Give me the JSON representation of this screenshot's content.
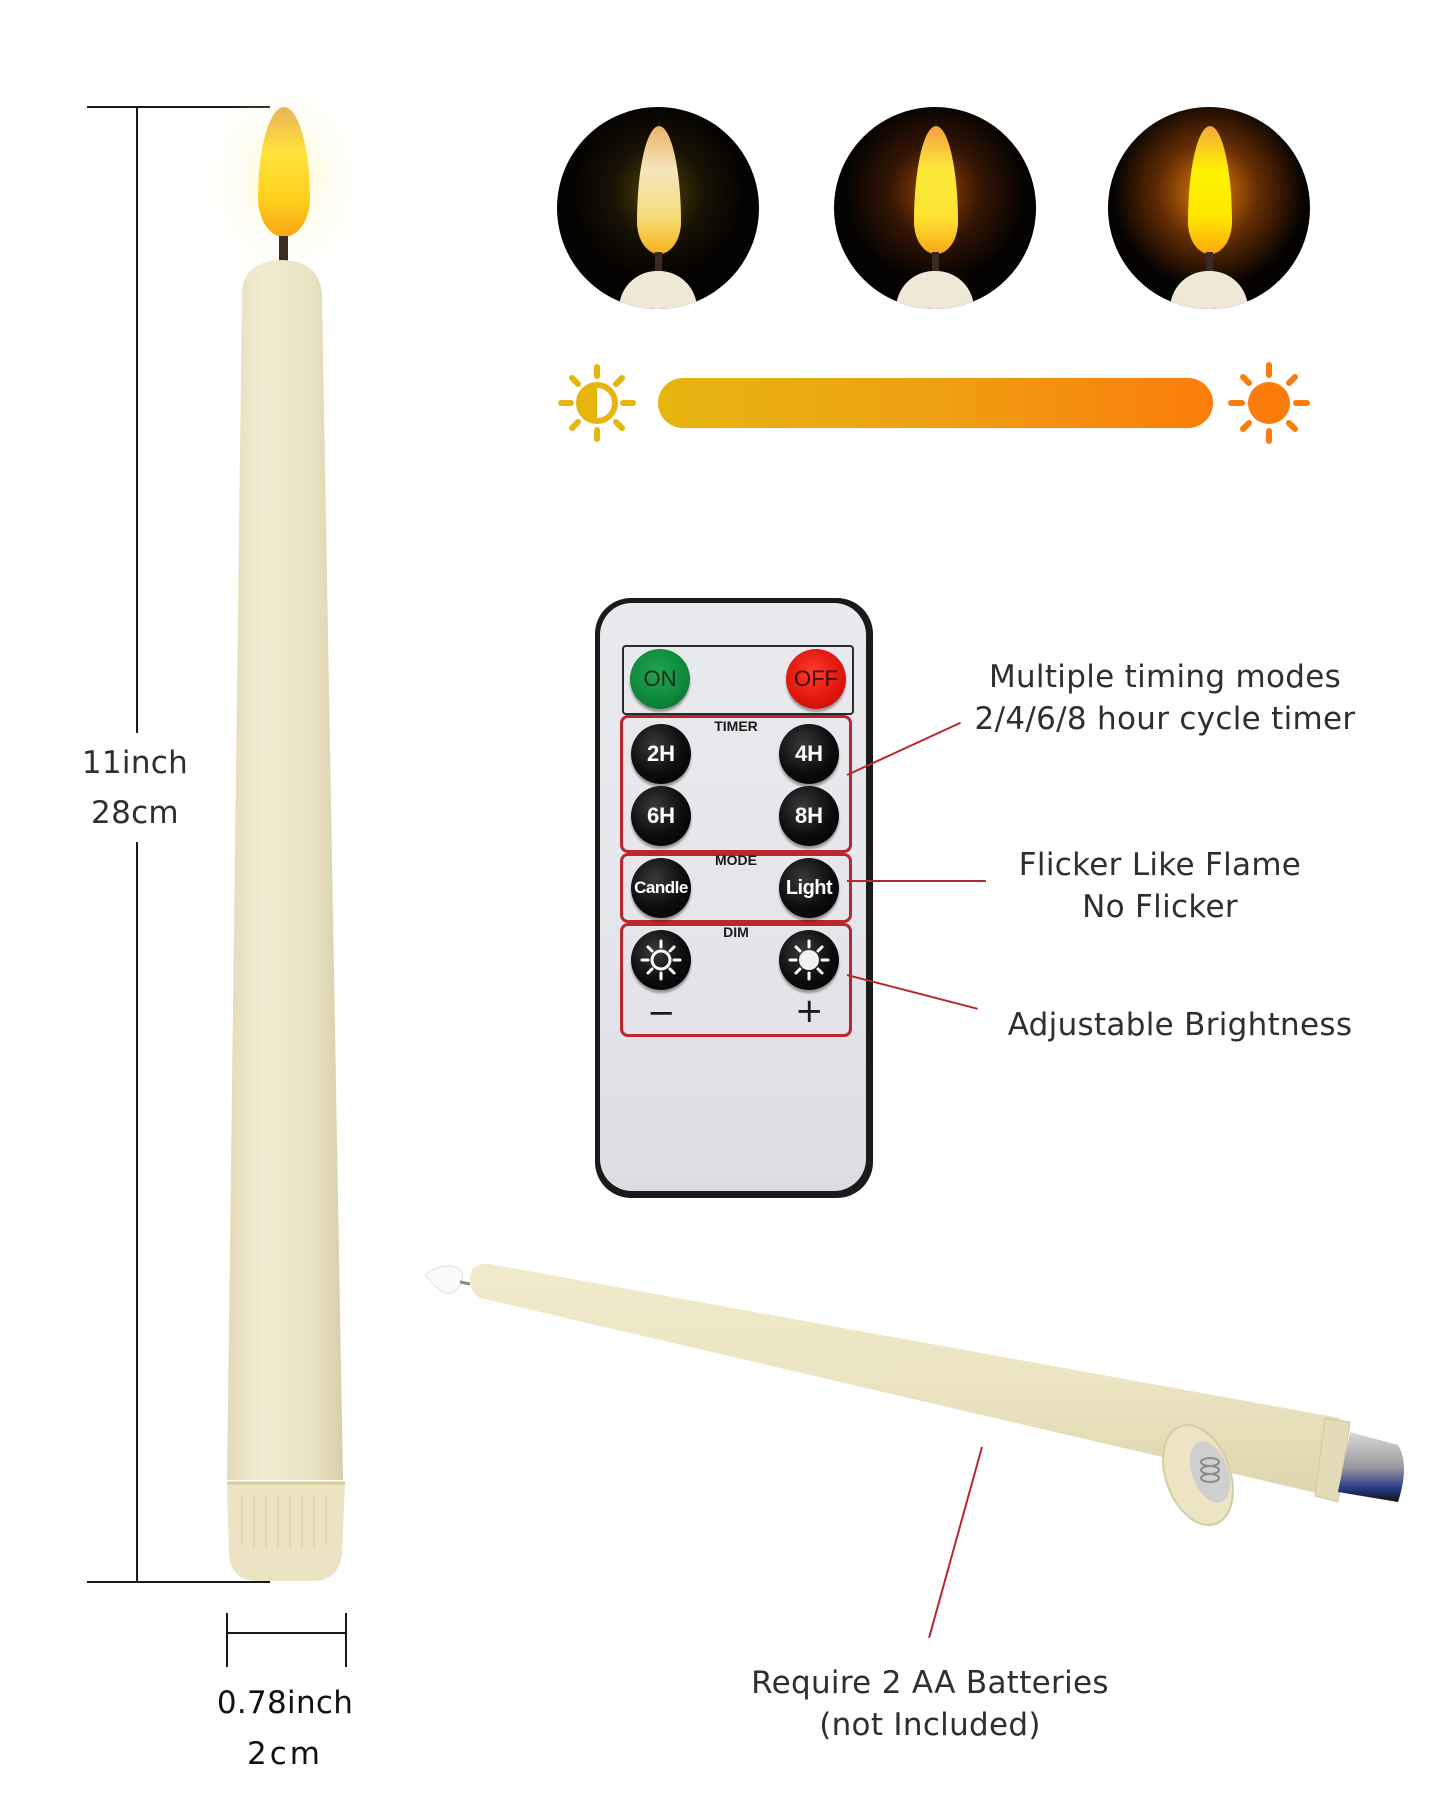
{
  "dimensions": {
    "height": {
      "inch": "11inch",
      "cm": "28cm"
    },
    "width": {
      "inch": "0.78inch",
      "cm": "2cm"
    }
  },
  "brightness_preview": {
    "levels": [
      {
        "name": "low",
        "flame_color": "#f3e3b0",
        "glow_color": "#6e5a10"
      },
      {
        "name": "medium",
        "flame_color": "#fde93a",
        "glow_color": "#b8540a"
      },
      {
        "name": "high",
        "flame_color": "#fff000",
        "glow_color": "#f2880c"
      }
    ],
    "slider": {
      "min_icon": "half-sun-icon",
      "max_icon": "full-sun-icon",
      "start_color": "#e6b60f",
      "end_color": "#fc7c0b"
    }
  },
  "remote": {
    "power": {
      "on_label": "ON",
      "off_label": "OFF",
      "on_color": "#0f8a3c",
      "off_color": "#e0180f"
    },
    "timer": {
      "title": "TIMER",
      "buttons": [
        "2H",
        "4H",
        "6H",
        "8H"
      ]
    },
    "mode": {
      "title": "MODE",
      "buttons": [
        "Candle",
        "Light"
      ]
    },
    "dim": {
      "title": "DIM",
      "minus_symbol": "−",
      "plus_symbol": "+",
      "buttons": [
        "dim-down",
        "dim-up"
      ]
    }
  },
  "callouts": {
    "timer": {
      "line1": "Multiple timing modes",
      "line2": "2/4/6/8 hour cycle timer"
    },
    "mode": {
      "line1": "Flicker Like Flame",
      "line2": "No Flicker"
    },
    "dim": {
      "line1": "Adjustable Brightness"
    },
    "battery": {
      "line1": "Require 2 AA Batteries",
      "line2": "(not Included)"
    }
  },
  "colors": {
    "candle_body": "#ece4c6",
    "callout_line": "#b8262e",
    "dimension_line": "#1a1a1a"
  }
}
